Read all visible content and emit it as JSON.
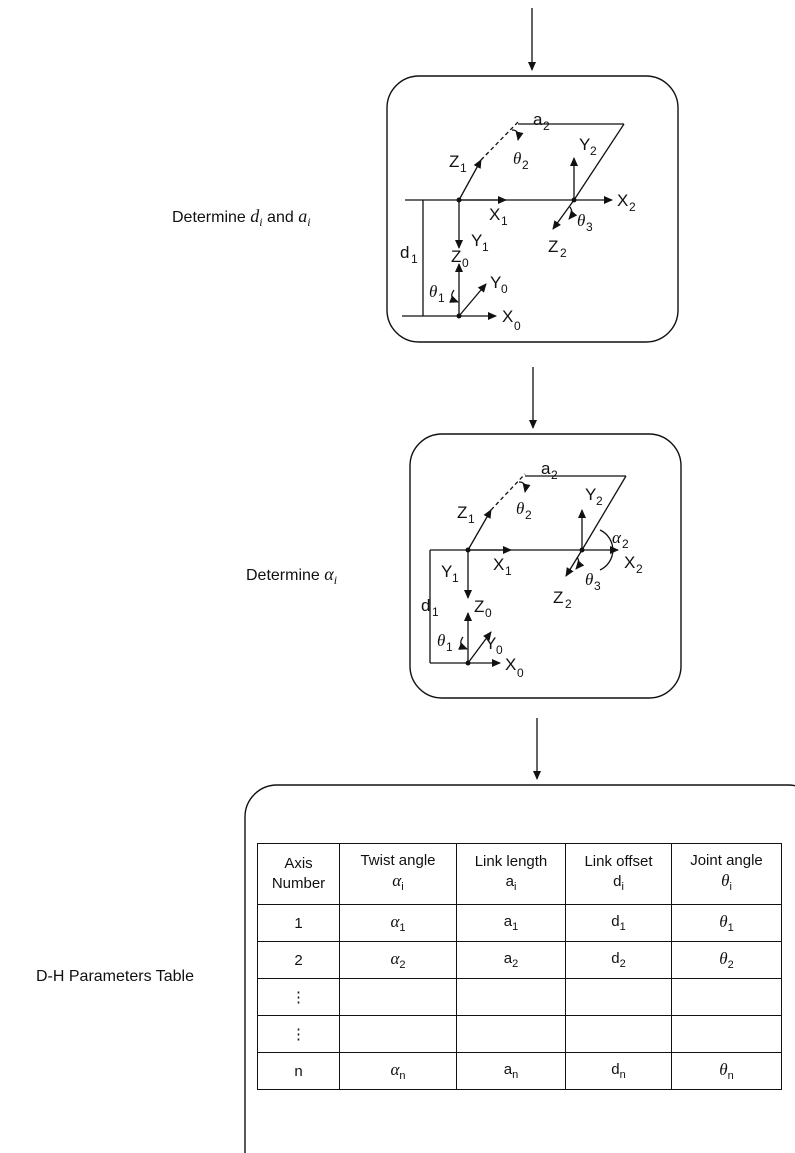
{
  "steps": {
    "step1": {
      "prefix": "Determine ",
      "d": "d",
      "sub_i": "i",
      "mid": " and ",
      "a": "a"
    },
    "step2": {
      "prefix": "Determine ",
      "alpha": "α",
      "sub_i": "i"
    },
    "step3": {
      "label": "D-H Parameters Table"
    }
  },
  "diagram1": {
    "labels": {
      "a2": "a",
      "a2s": "2",
      "Y2": "Y",
      "Y2s": "2",
      "Z1": "Z",
      "Z1s": "1",
      "th2": "θ",
      "th2s": "2",
      "X2": "X",
      "X2s": "2",
      "X1": "X",
      "X1s": "1",
      "th3": "θ",
      "th3s": "3",
      "Y1": "Y",
      "Y1s": "1",
      "Z2": "Z",
      "Z2s": "2",
      "d1": "d",
      "d1s": "1",
      "Z0": "Z",
      "Z0s": "0",
      "Y0": "Y",
      "Y0s": "0",
      "th1": "θ",
      "th1s": "1",
      "X0": "X",
      "X0s": "0"
    }
  },
  "diagram2": {
    "labels": {
      "a2": "a",
      "a2s": "2",
      "Y2": "Y",
      "Y2s": "2",
      "Z1": "Z",
      "Z1s": "1",
      "th2": "θ",
      "th2s": "2",
      "al2": "α",
      "al2s": "2",
      "X2": "X",
      "X2s": "2",
      "X1": "X",
      "X1s": "1",
      "th3": "θ",
      "th3s": "3",
      "Y1": "Y",
      "Y1s": "1",
      "Z2": "Z",
      "Z2s": "2",
      "d1": "d",
      "d1s": "1",
      "Z0": "Z",
      "Z0s": "0",
      "Y0": "Y",
      "Y0s": "0",
      "th1": "θ",
      "th1s": "1",
      "X0": "X",
      "X0s": "0"
    }
  },
  "table": {
    "headers": [
      {
        "line1": "Axis",
        "line2": "Number",
        "sym": "",
        "sub": ""
      },
      {
        "line1": "Twist angle",
        "line2": "",
        "sym": "α",
        "sub": "i"
      },
      {
        "line1": "Link length",
        "line2": "",
        "sym": "a",
        "sub": "i"
      },
      {
        "line1": "Link offset",
        "line2": "",
        "sym": "d",
        "sub": "i"
      },
      {
        "line1": "Joint angle",
        "line2": "",
        "sym": "θ",
        "sub": "i"
      }
    ],
    "rows": [
      {
        "axis": "1",
        "alpha": "α",
        "alpha_sub": "1",
        "a": "a",
        "a_sub": "1",
        "d": "d",
        "d_sub": "1",
        "theta": "θ",
        "theta_sub": "1"
      },
      {
        "axis": "2",
        "alpha": "α",
        "alpha_sub": "2",
        "a": "a",
        "a_sub": "2",
        "d": "d",
        "d_sub": "2",
        "theta": "θ",
        "theta_sub": "2"
      },
      {
        "axis": "⋮",
        "alpha": "",
        "alpha_sub": "",
        "a": "",
        "a_sub": "",
        "d": "",
        "d_sub": "",
        "theta": "",
        "theta_sub": ""
      },
      {
        "axis": "⋮",
        "alpha": "",
        "alpha_sub": "",
        "a": "",
        "a_sub": "",
        "d": "",
        "d_sub": "",
        "theta": "",
        "theta_sub": ""
      },
      {
        "axis": "n",
        "alpha": "α",
        "alpha_sub": "n",
        "a": "a",
        "a_sub": "n",
        "d": "d",
        "d_sub": "n",
        "theta": "θ",
        "theta_sub": "n"
      }
    ]
  }
}
